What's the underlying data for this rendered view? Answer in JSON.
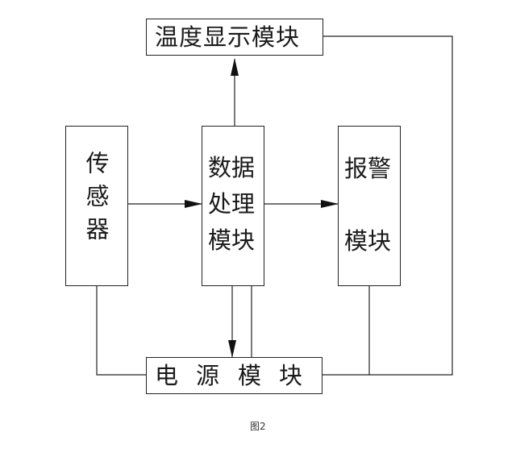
{
  "diagram": {
    "display_module": "温度显示模块",
    "sensor": "传感器",
    "processor": [
      "数据",
      "处理",
      "模块"
    ],
    "alarm": [
      "报警",
      "模块"
    ],
    "power": [
      "电",
      "源",
      "模",
      "块"
    ]
  },
  "caption": "图2"
}
